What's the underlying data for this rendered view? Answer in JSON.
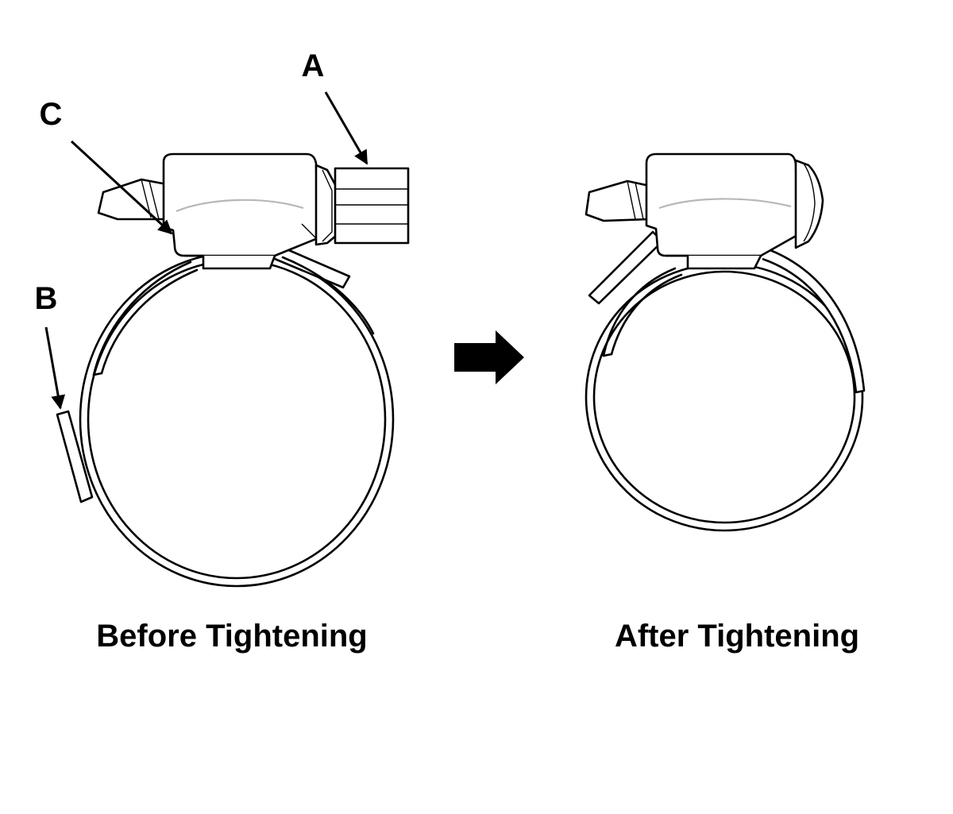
{
  "callouts": {
    "a": "A",
    "b": "B",
    "c": "C"
  },
  "captions": {
    "before": "Before Tightening",
    "after": "After Tightening"
  },
  "colors": {
    "ink": "#000000",
    "background": "#ffffff",
    "shading": "#b8b8b8"
  },
  "icons": {
    "process_arrow": "right-arrow-icon"
  }
}
